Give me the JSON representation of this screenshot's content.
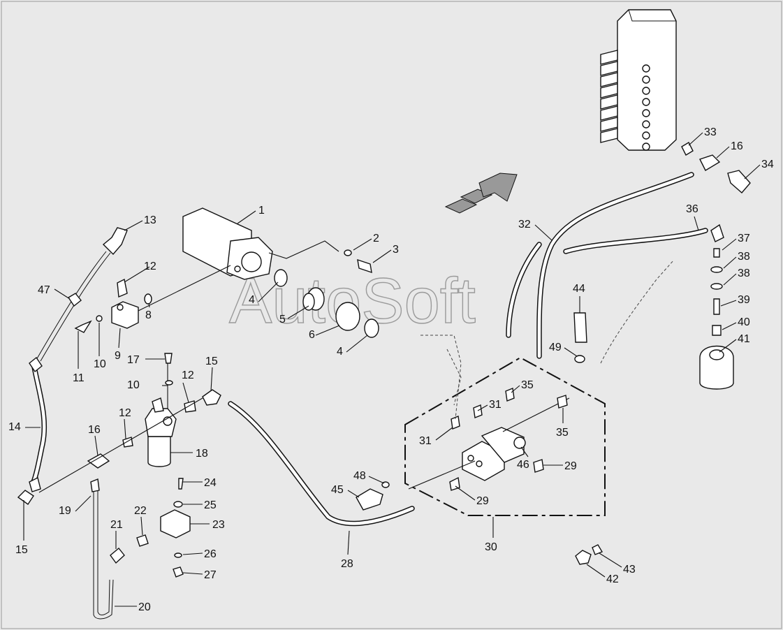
{
  "watermark": "AutoSoft",
  "callouts": [
    {
      "id": "c1",
      "text": "1"
    },
    {
      "id": "c2",
      "text": "2"
    },
    {
      "id": "c3",
      "text": "3"
    },
    {
      "id": "c4a",
      "text": "4"
    },
    {
      "id": "c4b",
      "text": "4"
    },
    {
      "id": "c5",
      "text": "5"
    },
    {
      "id": "c6",
      "text": "6"
    },
    {
      "id": "c8",
      "text": "8"
    },
    {
      "id": "c9",
      "text": "9"
    },
    {
      "id": "c10a",
      "text": "10"
    },
    {
      "id": "c10b",
      "text": "10"
    },
    {
      "id": "c11",
      "text": "11"
    },
    {
      "id": "c12a",
      "text": "12"
    },
    {
      "id": "c12b",
      "text": "12"
    },
    {
      "id": "c12c",
      "text": "12"
    },
    {
      "id": "c13",
      "text": "13"
    },
    {
      "id": "c14",
      "text": "14"
    },
    {
      "id": "c15a",
      "text": "15"
    },
    {
      "id": "c15b",
      "text": "15"
    },
    {
      "id": "c16a",
      "text": "16"
    },
    {
      "id": "c16b",
      "text": "16"
    },
    {
      "id": "c17",
      "text": "17"
    },
    {
      "id": "c18",
      "text": "18"
    },
    {
      "id": "c19",
      "text": "19"
    },
    {
      "id": "c20",
      "text": "20"
    },
    {
      "id": "c21",
      "text": "21"
    },
    {
      "id": "c22",
      "text": "22"
    },
    {
      "id": "c23",
      "text": "23"
    },
    {
      "id": "c24",
      "text": "24"
    },
    {
      "id": "c25",
      "text": "25"
    },
    {
      "id": "c26",
      "text": "26"
    },
    {
      "id": "c27",
      "text": "27"
    },
    {
      "id": "c28",
      "text": "28"
    },
    {
      "id": "c29a",
      "text": "29"
    },
    {
      "id": "c29b",
      "text": "29"
    },
    {
      "id": "c30",
      "text": "30"
    },
    {
      "id": "c31a",
      "text": "31"
    },
    {
      "id": "c31b",
      "text": "31"
    },
    {
      "id": "c32",
      "text": "32"
    },
    {
      "id": "c33",
      "text": "33"
    },
    {
      "id": "c34",
      "text": "34"
    },
    {
      "id": "c35a",
      "text": "35"
    },
    {
      "id": "c35b",
      "text": "35"
    },
    {
      "id": "c36",
      "text": "36"
    },
    {
      "id": "c37",
      "text": "37"
    },
    {
      "id": "c38a",
      "text": "38"
    },
    {
      "id": "c38b",
      "text": "38"
    },
    {
      "id": "c39",
      "text": "39"
    },
    {
      "id": "c40",
      "text": "40"
    },
    {
      "id": "c41",
      "text": "41"
    },
    {
      "id": "c42",
      "text": "42"
    },
    {
      "id": "c43",
      "text": "43"
    },
    {
      "id": "c44",
      "text": "44"
    },
    {
      "id": "c45",
      "text": "45"
    },
    {
      "id": "c46",
      "text": "46"
    },
    {
      "id": "c47",
      "text": "47"
    },
    {
      "id": "c48",
      "text": "48"
    },
    {
      "id": "c49",
      "text": "49"
    }
  ]
}
